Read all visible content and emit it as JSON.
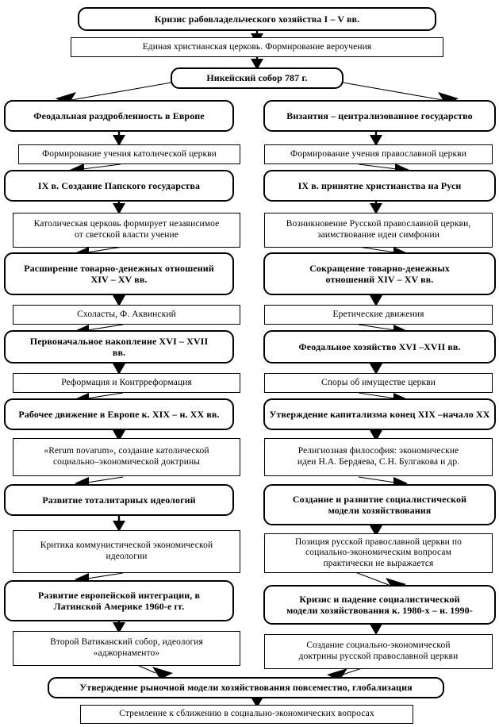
{
  "diagram": {
    "title": "Схема: кризис рабовладельческого хозяйства и развитие христианских церквей",
    "colors": {
      "background": "#ffffff",
      "stroke": "#000000",
      "text": "#000000"
    },
    "nodes": {
      "n1": "Кризис рабовладельческого хозяйства I – V вв.",
      "n2": "Единая христианская церковь. Формирование вероучения",
      "n3": "Никейский собор 787 г.",
      "l1": "Феодальная раздробленность в Европе",
      "r1": "Византия – централизованное государство",
      "l2": "Формирование учения католической церкви",
      "r2": "Формирование учения православной церкви",
      "l3": "IX в. Создание Папского государства",
      "r3": "IX в. принятие христианства на Руси",
      "l4": "Католическая церковь формирует независимое\nот светской власти учение",
      "r4": "Возникновение Русской православной церкви,\nзаимствование идеи симфонии",
      "l5": "Расширение товарно-денежных отношений\nXIV – XV вв.",
      "r5": "Сокращение товарно-денежных\nотношений XIV – XV вв.",
      "l6": "Схоласты, Ф. Аквинский",
      "r6": "Еретические движения",
      "l7": "Первоначальное накопление XVI – XVII\nвв.",
      "r7": "Феодальное хозяйство XVI –XVII вв.",
      "l8": "Реформация и Контрреформация",
      "r8": "Споры об имуществе церкви",
      "l9": "Рабочее движение в Европе к. XIX – н. XX вв.",
      "r9": "Утверждение капитализма конец XIX –начало XX",
      "l10": "«Rerum novarum», создание католической\nсоциально–экономической доктрины",
      "r10": "Религиозная философия: экономические\nидеи Н.А. Бердяева, С.Н. Булгакова и др.",
      "l11": "Развитие тоталитарных идеологий",
      "r11": "Создание и развитие социалистической\nмодели хозяйствования",
      "l12": "Критика коммунистической экономической\nидеологии",
      "r12": "Позиция русской православной церкви по\nсоциально-экономическим вопросам\nпрактически не выражается",
      "l13": "Развитие европейской интеграции, в\nЛатинской Америке 1960-е гг.",
      "r13": "Кризис и падение социалистической\nмодели хозяйствования к. 1980-х – н. 1990-",
      "l14": "Второй Ватиканский собор, идеология\n«аджорнаменто»",
      "r14": "Создание социально-экономической\nдоктрины русской православной церкви",
      "f1": "Утверждение рыночной модели хозяйствования повсеместно, глобализация",
      "f2": "Стремление к сближению в социально-экономических вопросах"
    }
  }
}
